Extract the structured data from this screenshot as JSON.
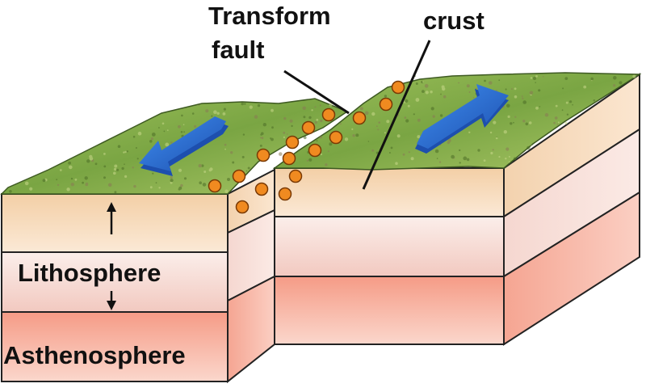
{
  "labels": {
    "transform_line1": "Transform",
    "transform_line2": "fault",
    "crust": "crust",
    "lithosphere": "Lithosphere",
    "asthenosphere": "Asthenosphere"
  },
  "colors": {
    "grass": "#6f9a3a",
    "grass_light": "#8fb54e",
    "crust": "#f7d9b5",
    "lithosphere_lower": "#f6d6d2",
    "asthenosphere": "#f7a999",
    "arrow": "#2f6fd0",
    "earthquake": "#f08a20",
    "outline": "#222222"
  },
  "icons": {
    "left_arrow": "plate-motion-arrow-left",
    "right_arrow": "plate-motion-arrow-right",
    "earthquake": "earthquake-dot"
  }
}
